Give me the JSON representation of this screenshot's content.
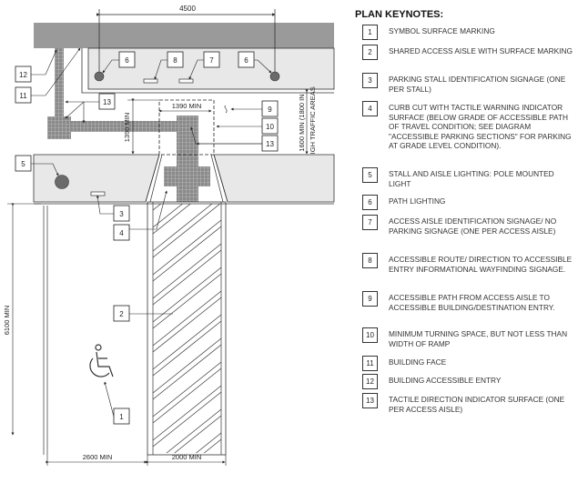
{
  "dimensions": {
    "width_top": "4500",
    "min_1390_horizontal": "1390 MIN",
    "min_1390_vertical": "1390 MIN",
    "path_width_line1": "1600 MIN (1800 IN",
    "path_width_line2": "HIGH TRAFFIC AREAS",
    "stall_length": "6100 MIN",
    "stall_width": "2600 MIN",
    "aisle_width": "2000 MIN"
  },
  "callouts": {
    "c12": "12",
    "c11": "11",
    "c13a": "13",
    "c6a": "6",
    "c8": "8",
    "c7": "7",
    "c6b": "6",
    "c9": "9",
    "c10": "10",
    "c13b": "13",
    "c5": "5",
    "c3": "3",
    "c4": "4",
    "c2": "2",
    "c1": "1"
  },
  "keynotes": {
    "title": "PLAN KEYNOTES:",
    "items": [
      {
        "num": "1",
        "text": "SYMBOL SURFACE MARKING"
      },
      {
        "num": "2",
        "text": "SHARED ACCESS AISLE WITH SURFACE MARKING"
      },
      {
        "num": "3",
        "text": "PARKING STALL IDENTIFICATION SIGNAGE (ONE PER STALL)"
      },
      {
        "num": "4",
        "text": "CURB CUT WITH TACTILE WARNING INDICATOR SURFACE (BELOW GRADE OF ACCESSIBLE PATH OF TRAVEL CONDITION; SEE DIAGRAM \"ACCESSIBLE PARKING SECTIONS\" FOR PARKING AT GRADE LEVEL CONDITION)."
      },
      {
        "num": "5",
        "text": "STALL AND AISLE LIGHTING: POLE MOUNTED LIGHT"
      },
      {
        "num": "6",
        "text": "PATH LIGHTING"
      },
      {
        "num": "7",
        "text": "ACCESS AISLE IDENTIFICATION SIGNAGE/ NO PARKING SIGNAGE (ONE PER ACCESS AISLE)"
      },
      {
        "num": "8",
        "text": "ACCESSIBLE ROUTE/ DIRECTION TO ACCESSIBLE ENTRY INFORMATIONAL WAYFINDING SIGNAGE."
      },
      {
        "num": "9",
        "text": "ACCESSIBLE PATH FROM ACCESS AISLE TO ACCESSIBLE BUILDING/DESTINATION ENTRY."
      },
      {
        "num": "10",
        "text": "MINIMUM TURNING SPACE, BUT NOT LESS THAN WIDTH OF RAMP"
      },
      {
        "num": "11",
        "text": "BUILDING FACE"
      },
      {
        "num": "12",
        "text": "BUILDING ACCESSIBLE ENTRY"
      },
      {
        "num": "13",
        "text": "TACTILE DIRECTION INDICATOR SURFACE (ONE PER ACCESS AISLE)"
      }
    ]
  },
  "colors": {
    "building": "#9a9a9a",
    "sidewalk": "#e6e6e6",
    "tactile": "#8a8a8a",
    "light": "#6a6a6a"
  }
}
